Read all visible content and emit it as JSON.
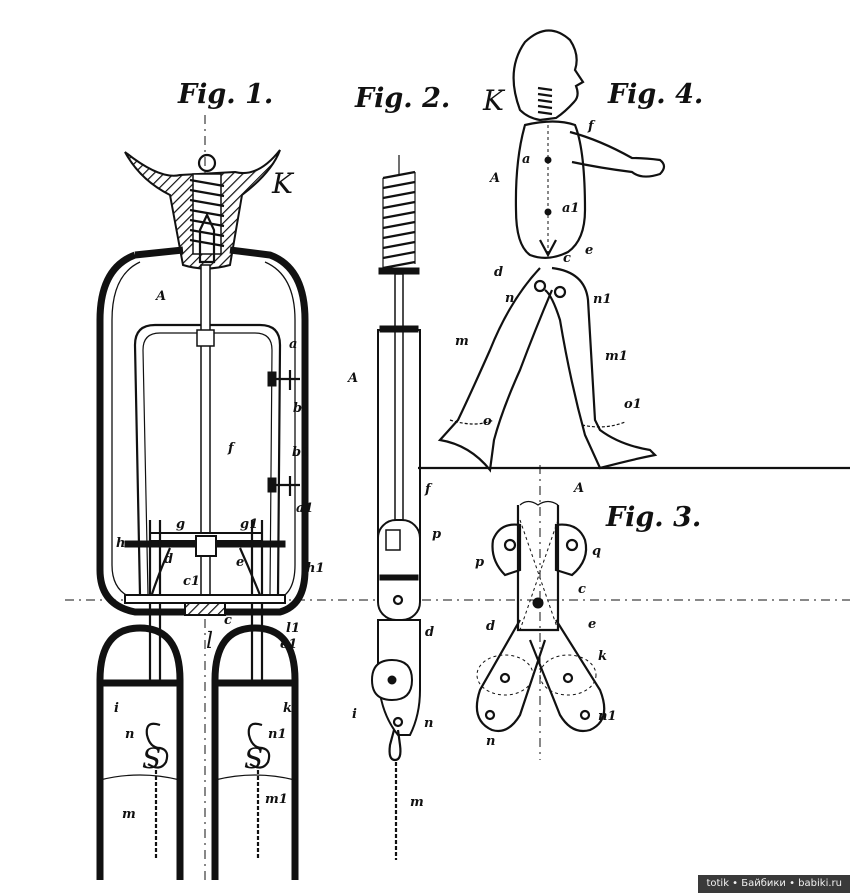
{
  "figures": {
    "fig1": {
      "title": "Fig. 1."
    },
    "fig2": {
      "title": "Fig. 2."
    },
    "fig3": {
      "title": "Fig. 3."
    },
    "fig4": {
      "title": "Fig. 4."
    }
  },
  "labels": {
    "fig1": {
      "K": "K",
      "A": "A",
      "a": "a",
      "b": "b",
      "b1": "b1",
      "a1": "a1",
      "f": "f",
      "g": "g",
      "g1": "g1",
      "h": "h",
      "h1": "h1",
      "d": "d",
      "e": "e",
      "c1": "c1",
      "c": "c",
      "l": "l",
      "l1": "l1",
      "e1": "e1",
      "i": "i",
      "k": "k",
      "n": "n",
      "n1": "n1",
      "S_left": "S",
      "S_right": "S",
      "m": "m",
      "m1": "m1"
    },
    "fig2": {
      "A": "A",
      "f": "f",
      "p": "p",
      "d": "d",
      "i": "i",
      "n": "n",
      "m": "m"
    },
    "fig3": {
      "A": "A",
      "p": "p",
      "q": "q",
      "c": "c",
      "d": "d",
      "e": "e",
      "k": "k",
      "n": "n",
      "n1": "n1"
    },
    "fig4": {
      "K": "K",
      "f": "f",
      "a": "a",
      "A": "A",
      "a1": "a1",
      "e": "e",
      "c": "c",
      "d": "d",
      "n": "n",
      "n1": "n1",
      "m": "m",
      "m1": "m1",
      "o": "o",
      "o1": "o1"
    }
  },
  "watermark": "totik • Байбики • babiki.ru"
}
